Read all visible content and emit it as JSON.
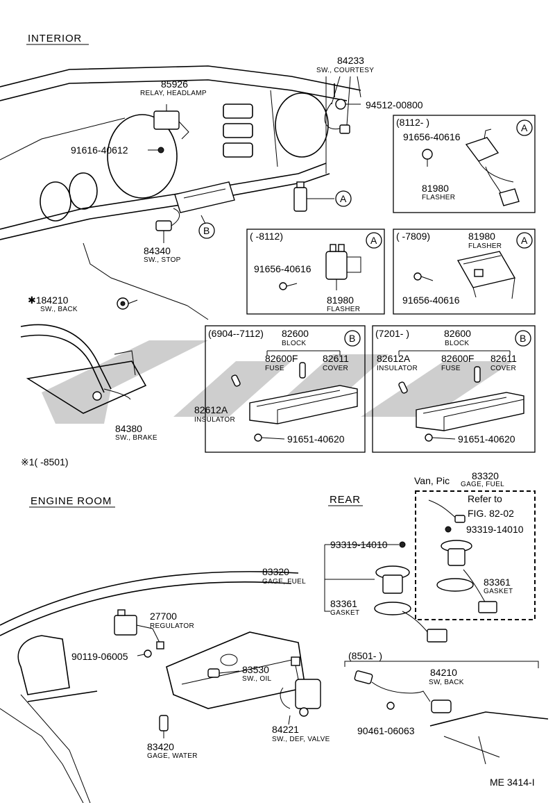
{
  "sections": {
    "interior": "INTERIOR",
    "engine_room": "ENGINE ROOM",
    "rear": "REAR",
    "footnote": "※1(      -8501)"
  },
  "interior": {
    "p85926": "85926",
    "p85926_name": "RELAY, HEADLAMP",
    "p84233": "84233",
    "p84233_name": "SW., COURTESY",
    "p94512": "94512-00800",
    "p91616": "91616-40612",
    "p84340": "84340",
    "p84340_name": "SW., STOP",
    "p184210": "✱184210",
    "p184210_name": "SW., BACK",
    "p84380": "84380",
    "p84380_name": "SW., BRAKE",
    "callout_a": "A",
    "callout_b": "B"
  },
  "box_a1": {
    "range": "(8112-          )",
    "badge": "A",
    "p91656": "91656-40616",
    "p81980": "81980",
    "p81980_name": "FLASHER"
  },
  "box_a2": {
    "range": "(      -8112)",
    "badge": "A",
    "p91656": "91656-40616",
    "p81980": "81980",
    "p81980_name": "FLASHER"
  },
  "box_a3": {
    "range": "(      -7809)",
    "badge": "A",
    "p91656": "91656-40616",
    "p81980": "81980",
    "p81980_name": "FLASHER"
  },
  "box_b1": {
    "range": "(6904--7112)",
    "badge": "B",
    "p82600": "82600",
    "p82600_name": "BLOCK",
    "p82600f": "82600F",
    "p82600f_name": "FUSE",
    "p82611": "82611",
    "p82611_name": "COVER",
    "p82612a": "82612A",
    "p82612a_name": "INSULATOR",
    "p91651": "91651-40620"
  },
  "box_b2": {
    "range": "(7201-          )",
    "badge": "B",
    "p82600": "82600",
    "p82600_name": "BLOCK",
    "p82600f": "82600F",
    "p82600f_name": "FUSE",
    "p82611": "82611",
    "p82611_name": "COVER",
    "p82612a": "82612A",
    "p82612a_name": "INSULATOR",
    "p91651": "91651-40620"
  },
  "engine": {
    "p27700": "27700",
    "p27700_name": "REGULATOR",
    "p90119": "90119-06005",
    "p83530": "83530",
    "p83530_name": "SW., OIL",
    "p83420": "83420",
    "p83420_name": "GAGE, WATER",
    "p84221": "84221",
    "p84221_name": "SW., DEF, VALVE"
  },
  "rear": {
    "p93319": "93319-14010",
    "p83320": "83320",
    "p83320_name": "GAGE, FUEL",
    "p83361": "83361",
    "p83361_name": "GASKET"
  },
  "van": {
    "title": "Van, Pic",
    "p83320": "83320",
    "p83320_name": "GAGE, FUEL",
    "refer1": "Refer to",
    "refer2": "FIG. 82-02",
    "p93319": "93319-14010",
    "p83361": "83361",
    "p83361_name": "GASKET"
  },
  "box_8501": {
    "range": "(8501-          )",
    "p84210": "84210",
    "p84210_name": "SW, BACK",
    "p90461": "90461-06063"
  },
  "figure_code": "ME 3414-I"
}
